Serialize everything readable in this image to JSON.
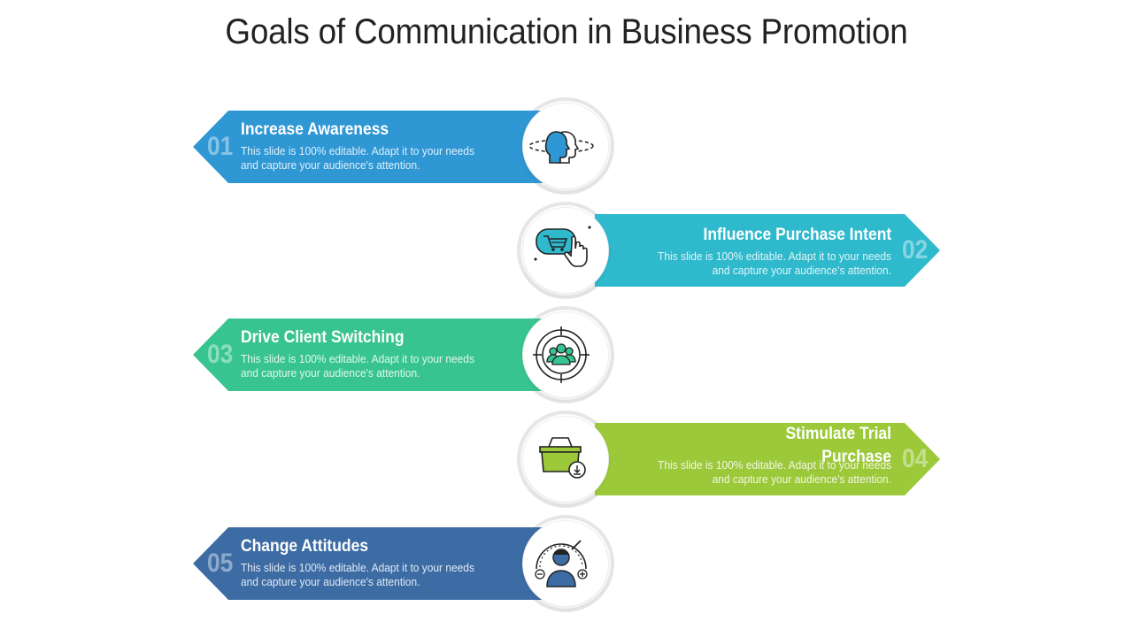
{
  "title": "Goals of Communication in Business Promotion",
  "items": [
    {
      "number": "01",
      "title": "Increase Awareness",
      "description": "This slide is 100% editable. Adapt it to your needs and capture your audience's attention.",
      "color": "#2e97d4",
      "icon": "head-profile-icon"
    },
    {
      "number": "02",
      "title": "Influence Purchase Intent",
      "description": "This slide is 100% editable. Adapt it to your needs and capture your audience's attention.",
      "color": "#2fb9cd",
      "icon": "shopping-cart-click-icon"
    },
    {
      "number": "03",
      "title": "Drive Client Switching",
      "description": "This slide is 100% editable. Adapt it to your needs and capture your audience's attention.",
      "color": "#38c491",
      "icon": "target-group-icon"
    },
    {
      "number": "04",
      "title": "Stimulate Trial Purchase",
      "description": "This slide is 100% editable. Adapt it to your needs and capture your audience's attention.",
      "color": "#9cc93a",
      "icon": "basket-download-icon"
    },
    {
      "number": "05",
      "title": "Change Attitudes",
      "description": "This slide is 100% editable. Adapt it to your needs and capture your audience's attention.",
      "color": "#3d6ca5",
      "icon": "person-gauge-icon"
    }
  ]
}
